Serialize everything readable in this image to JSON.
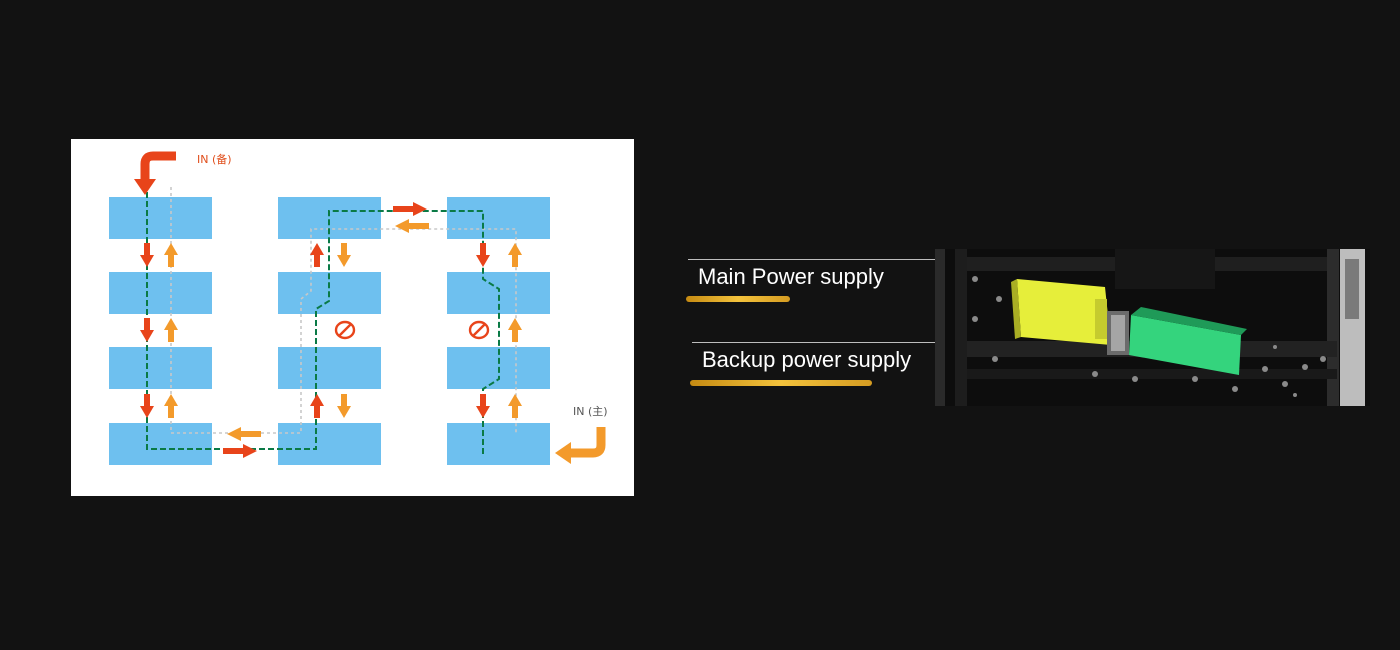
{
  "diagram": {
    "labels": {
      "in_backup": "IN (备)",
      "in_main": "IN (主)"
    },
    "colors": {
      "module_fill": "#6ec0ef",
      "data_path": "#0a7a46",
      "backup_path": "#c8c8c8",
      "arrow_down": "#e8441a",
      "arrow_up": "#f39a2b",
      "blocked": "#e8441a"
    },
    "icons": [
      "bent-arrow-in-backup-icon",
      "bent-arrow-in-main-icon",
      "prohibited-icon"
    ]
  },
  "hardware": {
    "main_label": "Main Power supply",
    "backup_label": "Backup power supply",
    "colors": {
      "main_psu": "#e6ee3a",
      "backup_psu": "#34d47d",
      "accent": "#f0b52e"
    }
  }
}
